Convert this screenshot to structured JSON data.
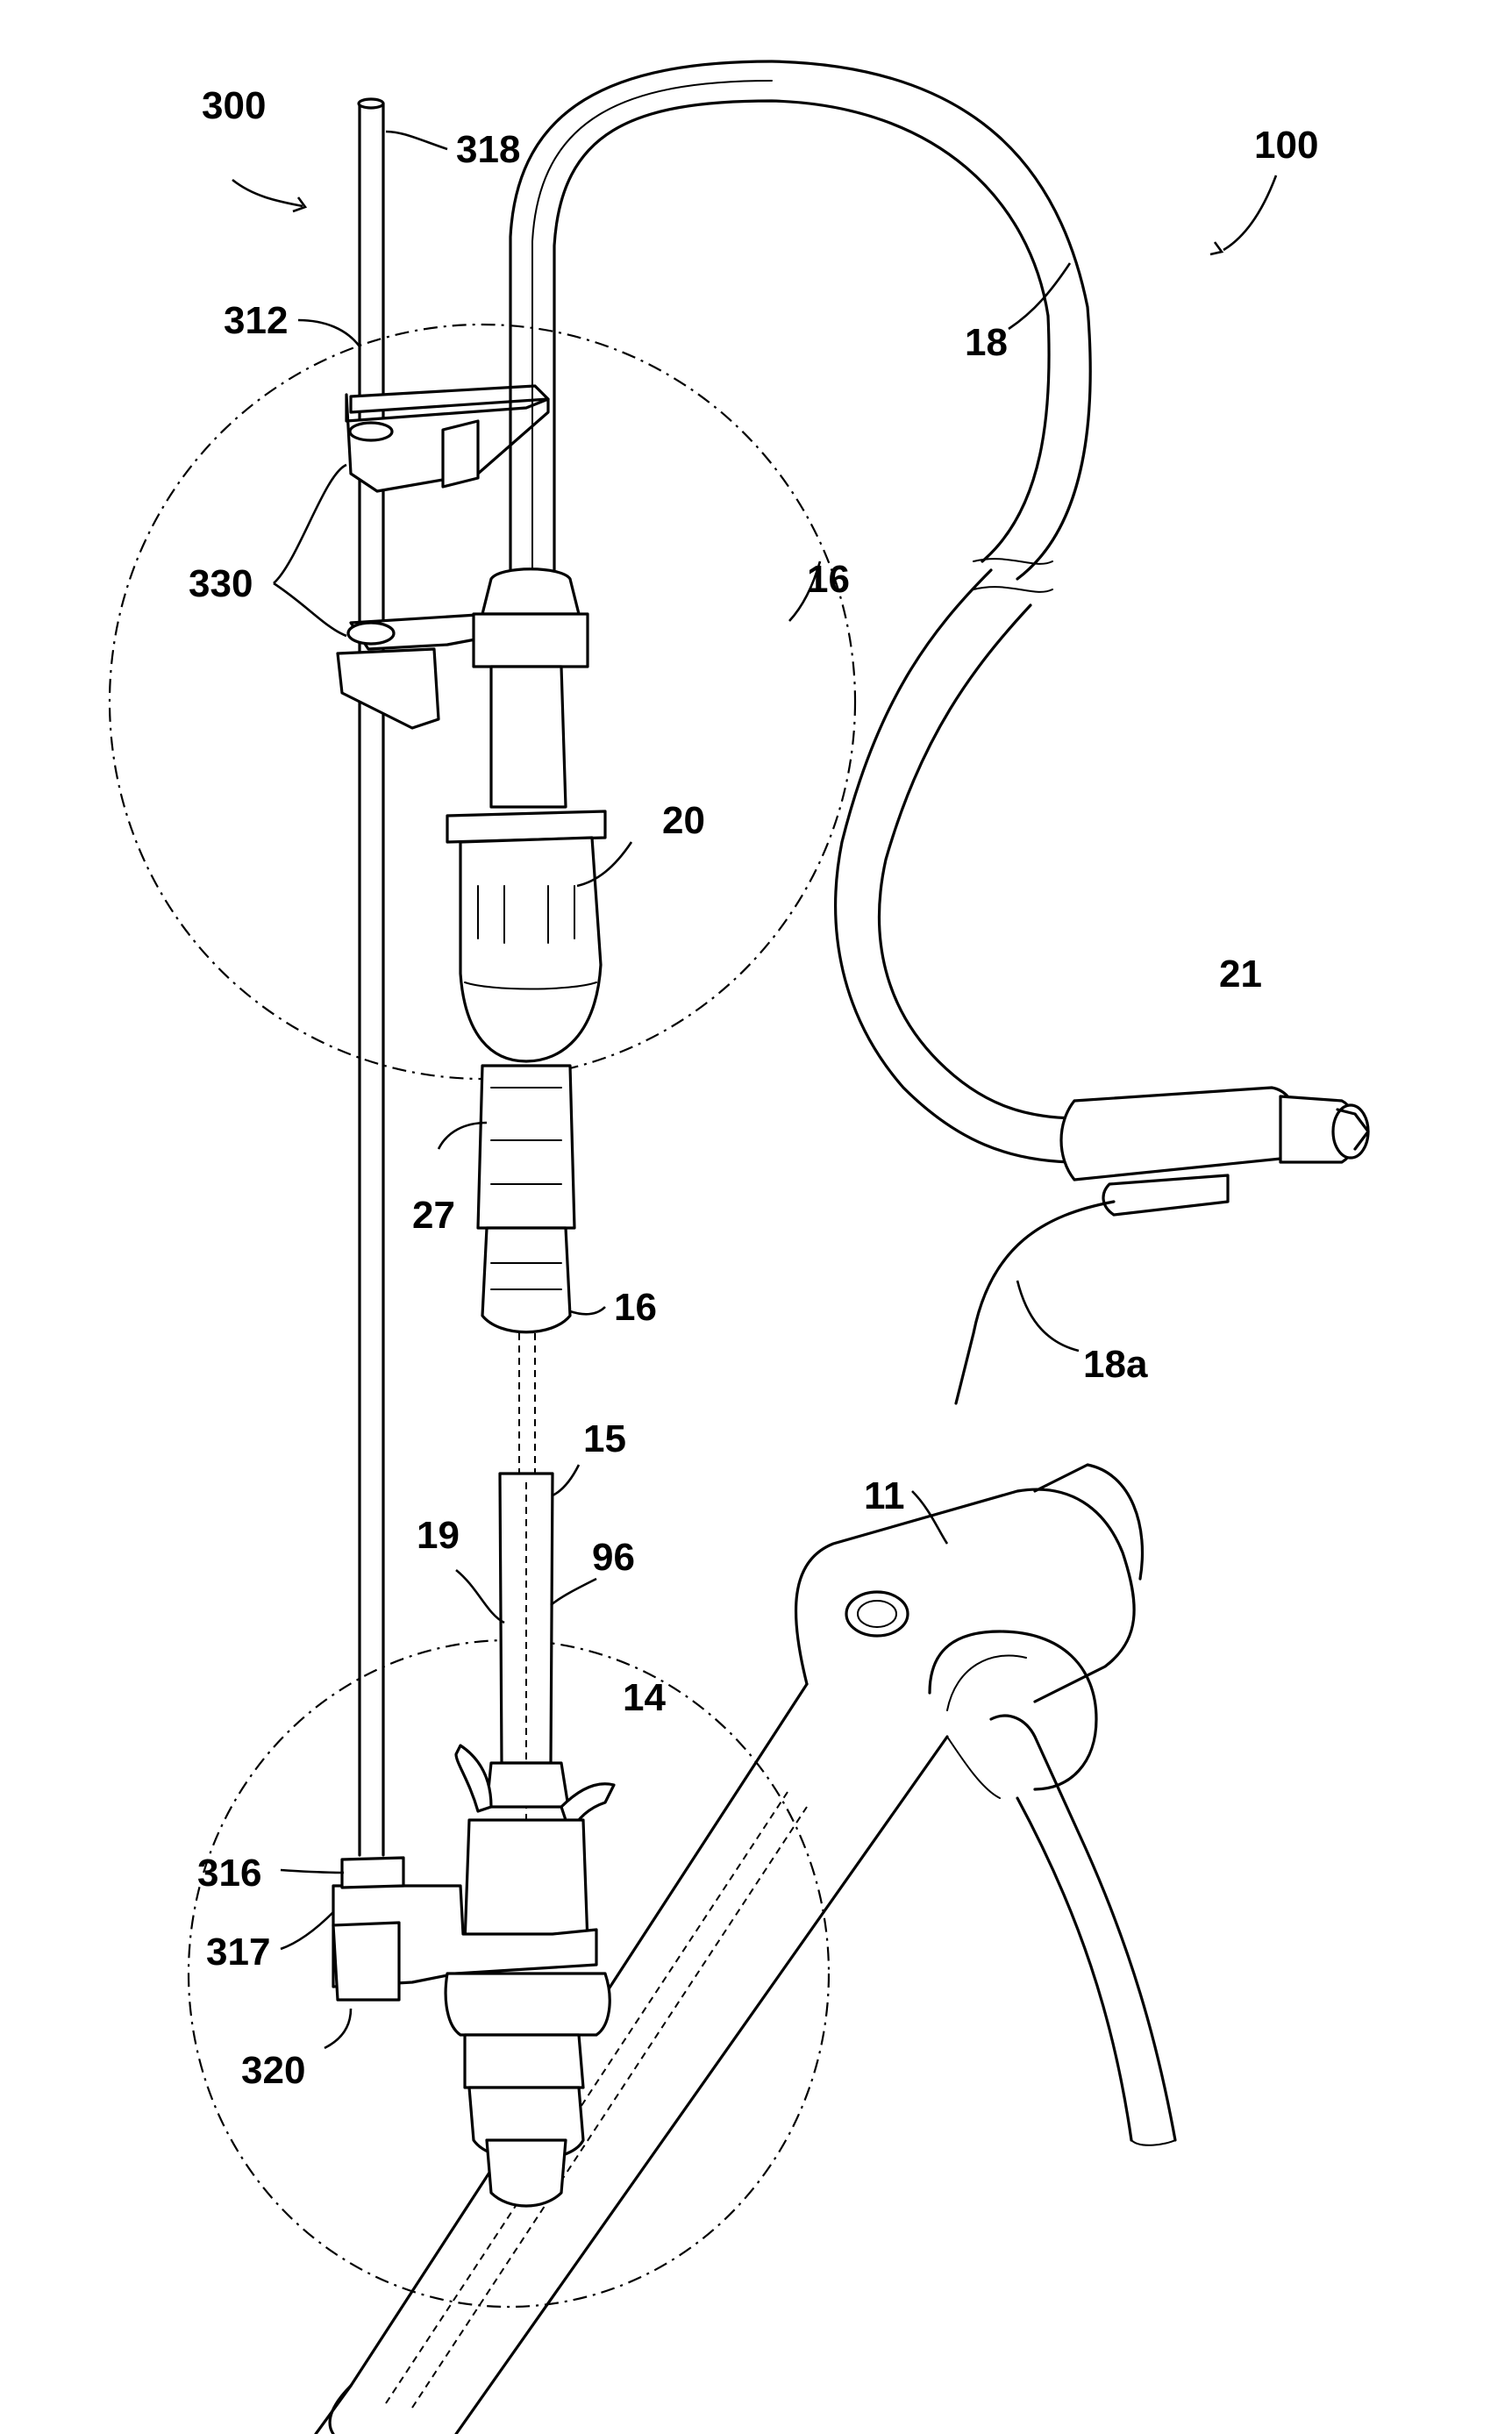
{
  "figure": {
    "labels": {
      "l300": "300",
      "l318": "318",
      "l100": "100",
      "l312": "312",
      "l18": "18",
      "l330": "330",
      "l16a": "16",
      "l20": "20",
      "l21": "21",
      "l27": "27",
      "l16b": "16",
      "l18a": "18a",
      "l15": "15",
      "l19": "19",
      "l96": "96",
      "l11": "11",
      "l14": "14",
      "l316": "316",
      "l317": "317",
      "l320": "320"
    }
  }
}
